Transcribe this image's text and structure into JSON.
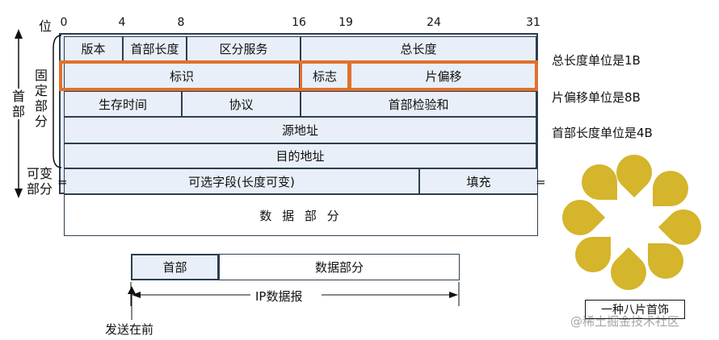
{
  "bit_positions": [
    "0",
    "4",
    "8",
    "16",
    "19",
    "24",
    "31"
  ],
  "position_label": "位",
  "rows": {
    "row1": {
      "version": "版本",
      "header_length": "首部长度",
      "service": "区分服务",
      "total_length": "总长度"
    },
    "row2": {
      "identification": "标识",
      "flags": "标志",
      "fragment_offset": "片偏移"
    },
    "row3": {
      "ttl": "生存时间",
      "protocol": "协议",
      "checksum": "首部检验和"
    },
    "row4": {
      "source": "源地址"
    },
    "row5": {
      "destination": "目的地址"
    },
    "row6": {
      "options": "可选字段(长度可变)",
      "padding": "填充"
    },
    "row7": {
      "data": "数 据 部 分"
    }
  },
  "side_labels": {
    "header": "首部",
    "fixed": "固定部分",
    "variable": "可变部分"
  },
  "notes": [
    "总长度单位是1B",
    "片偏移单位是8B",
    "首部长度单位是4B"
  ],
  "datagram": {
    "header": "首部",
    "data": "数据部分",
    "label": "IP数据报",
    "send_first": "发送在前"
  },
  "decoration": {
    "caption": "一种八片首饰",
    "color": "#d4b52b",
    "petal_count": 8
  },
  "watermark": "@稀土掘金技术社区",
  "colors": {
    "cell_fill": "#e8eff8",
    "border": "#2d3e50",
    "highlight": "#e0712b"
  }
}
